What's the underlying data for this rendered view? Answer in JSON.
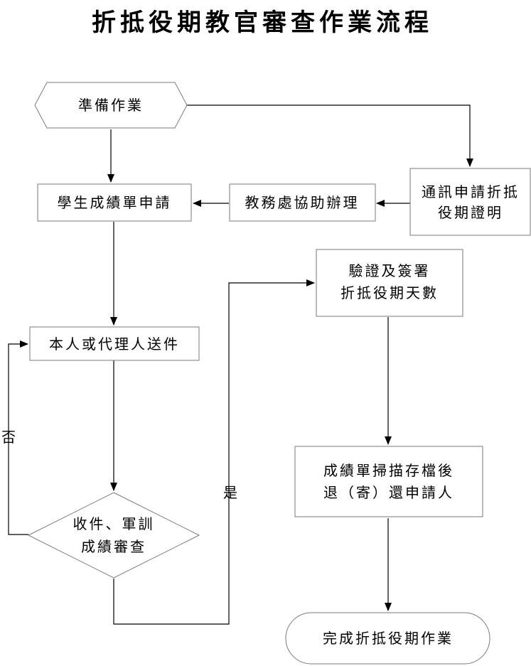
{
  "title": "折抵役期教官審查作業流程",
  "nodes": {
    "prep": {
      "label": "準備作業"
    },
    "transcript_apply": {
      "label": "學生成績單申請"
    },
    "academic_assist": {
      "label": "教務處協助辦理"
    },
    "mail_apply": {
      "line1": "通訊申請折抵",
      "line2": "役期證明"
    },
    "submit": {
      "label": "本人或代理人送件"
    },
    "review": {
      "line1": "收件、軍訓",
      "line2": "成績審查"
    },
    "verify_sign": {
      "line1": "驗證及簽署",
      "line2": "折抵役期天數"
    },
    "scan_return": {
      "line1": "成績單掃描存檔後",
      "line2": "退（寄）還申請人"
    },
    "finish": {
      "label": "完成折抵役期作業"
    }
  },
  "edge_labels": {
    "no": "否",
    "yes": "是"
  },
  "colors": {
    "line": "#000000",
    "box_border": "#7a7a7a",
    "shape_fill": "#ffffff"
  }
}
